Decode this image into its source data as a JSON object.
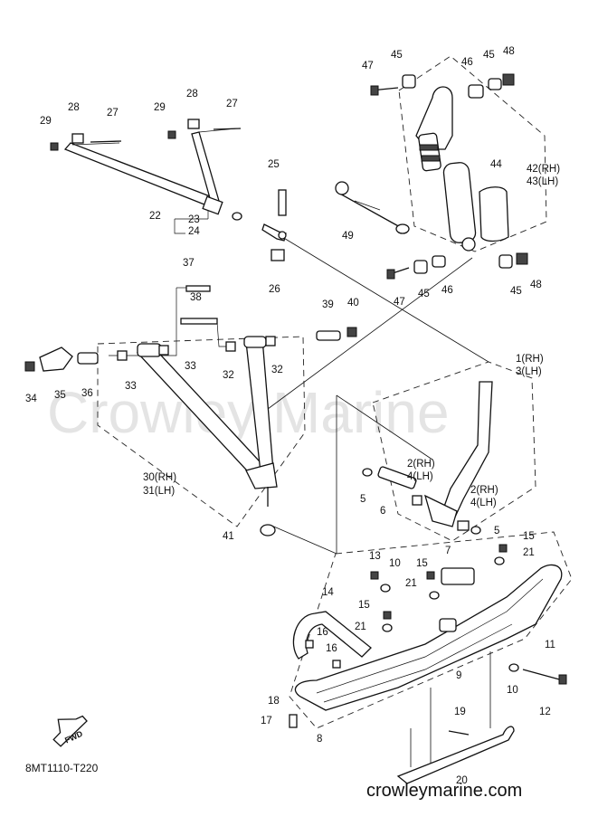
{
  "watermark": "Crowley Marine",
  "diagram_code": "8MT1110-T220",
  "website": "crowleymarine.com",
  "fwd_label": "FWD",
  "labels": {
    "l47a": "47",
    "l45a": "45",
    "l46a": "46",
    "l45b": "45",
    "l48a": "48",
    "l28a": "28",
    "l27a": "27",
    "l29a": "29",
    "l29b": "29",
    "l28b": "28",
    "l27b": "27",
    "l25": "25",
    "l44": "44",
    "l42": "42(RH)",
    "l43": "43(LH)",
    "l22": "22",
    "l23": "23",
    "l24": "24",
    "l49": "49",
    "l26": "26",
    "l37": "37",
    "l38": "38",
    "l47b": "47",
    "l45c": "45",
    "l46b": "46",
    "l45d": "45",
    "l48b": "48",
    "l39": "39",
    "l40": "40",
    "l34": "34",
    "l35": "35",
    "l36": "36",
    "l33a": "33",
    "l33b": "33",
    "l32a": "32",
    "l32b": "32",
    "l1": "1(RH)",
    "l3": "3(LH)",
    "l30": "30(RH)",
    "l31": "31(LH)",
    "l2a": "2(RH)",
    "l4a": "4(LH)",
    "l2b": "2(RH)",
    "l4b": "4(LH)",
    "l5a": "5",
    "l5b": "5",
    "l6": "6",
    "l41": "41",
    "l15a": "15",
    "l21a": "21",
    "l13": "13",
    "l10a": "10",
    "l15b": "15",
    "l7": "7",
    "l21b": "21",
    "l14": "14",
    "l15c": "15",
    "l21c": "21",
    "l16a": "16",
    "l16b": "16",
    "l9": "9",
    "l11": "11",
    "l10b": "10",
    "l12": "12",
    "l18": "18",
    "l17": "17",
    "l8": "8",
    "l19": "19",
    "l20": "20"
  }
}
